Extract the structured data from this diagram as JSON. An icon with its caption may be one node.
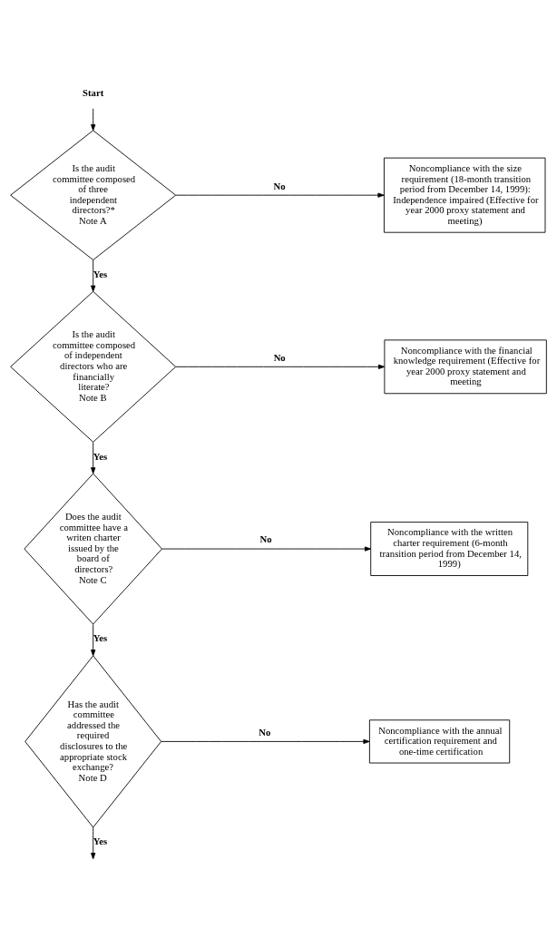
{
  "diagram": {
    "nodes": [
      {
        "text": [
          "Start"
        ]
      },
      {
        "text": [
          "Is the audit committee composed of three independent directors?*",
          "Note A"
        ]
      },
      {
        "text": [
          "Noncompliance with the size requirement (18-month transition period from December 14, 1999): Independence impaired (Effective for year 2000 proxy statement and meeting)"
        ]
      },
      {
        "text": [
          "Is the audit committee composed of independent directors who are financially literate?",
          "Note B"
        ]
      },
      {
        "text": [
          "Noncompliance with the financial knowledge requirement (Effective for year 2000 proxy statement and meeting"
        ]
      },
      {
        "text": [
          "Does the audit committee have a writen charter issued by the board of directors?",
          "Note C"
        ]
      },
      {
        "text": [
          "Noncompliance with the written charter requirement (6-month transition period from December 14, 1999)"
        ]
      },
      {
        "text": [
          "Has the audit committee addressed the required disclosures to the appropriate stock exchange?",
          "Note D"
        ]
      },
      {
        "text": [
          "Noncompliance with the annual certification requirement and one-time certification"
        ]
      }
    ],
    "edges": [
      {
        "from": 0,
        "to": 1,
        "arrow": "to"
      },
      {
        "from": 1,
        "to": 2,
        "arrow": "to",
        "label": "No"
      },
      {
        "from": 1,
        "to": 3,
        "arrow": "to",
        "label": "Yes"
      },
      {
        "from": 3,
        "to": 4,
        "arrow": "to",
        "label": "No"
      },
      {
        "from": 3,
        "to": 5,
        "arrow": "to",
        "label": "Yes"
      },
      {
        "from": 5,
        "to": 6,
        "arrow": "to",
        "label": "No"
      },
      {
        "from": 5,
        "to": 7,
        "arrow": "to",
        "label": "Yes"
      },
      {
        "from": 7,
        "to": 8,
        "arrow": "to",
        "label": "No"
      },
      {
        "from": 7,
        "to": null,
        "arrow": "to",
        "label": "Yes"
      }
    ]
  }
}
